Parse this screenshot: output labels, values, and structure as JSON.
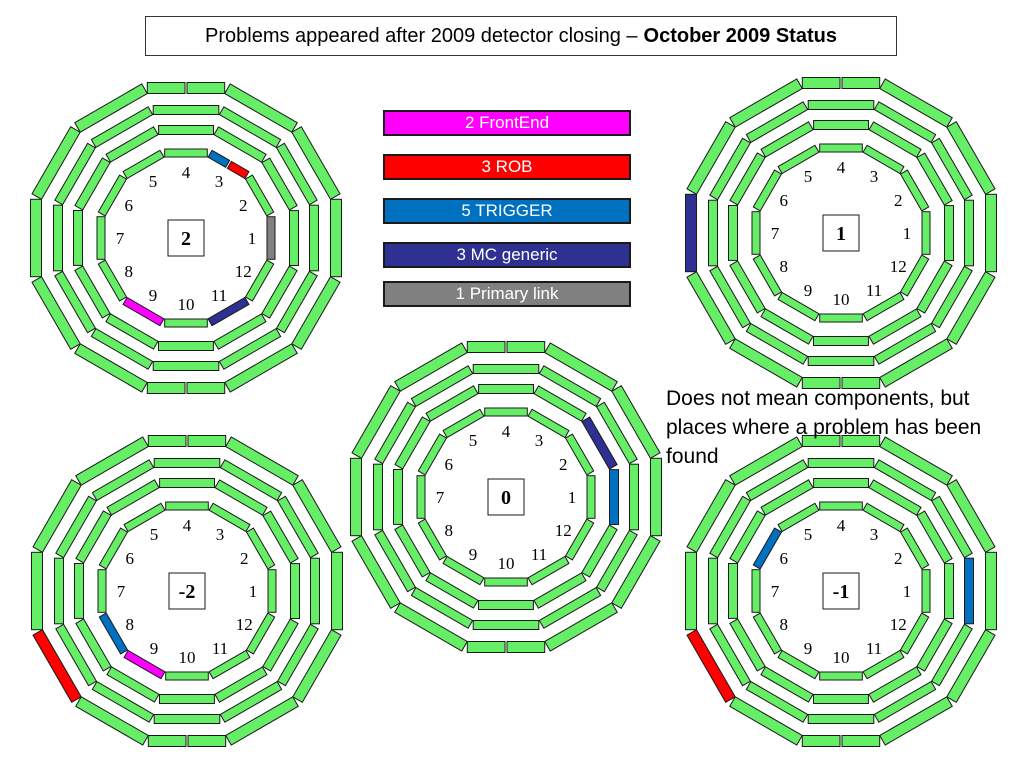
{
  "title": {
    "text": "Problems appeared after 2009 detector closing –",
    "bold": "October 2009 Status"
  },
  "legend": [
    {
      "key": "frontend",
      "label": "2 FrontEnd",
      "color": "#ff00ff"
    },
    {
      "key": "rob",
      "label": "3 ROB",
      "color": "#ff0000"
    },
    {
      "key": "trigger",
      "label": "5 TRIGGER",
      "color": "#0070c0"
    },
    {
      "key": "mc_generic",
      "label": "3 MC generic",
      "color": "#2e3192"
    },
    {
      "key": "primary_link",
      "label": "1 Primary link",
      "color": "#808080"
    }
  ],
  "colors": {
    "chamber": "#66ee66",
    "chamber_border": "#1a1a1a"
  },
  "note": "Does not mean components, but places where a problem has been found",
  "sector_labels": [
    "1",
    "2",
    "3",
    "4",
    "5",
    "6",
    "7",
    "8",
    "9",
    "10",
    "11",
    "12"
  ],
  "wheels": [
    {
      "id": "2",
      "label": "2",
      "problems": [
        {
          "sector": 3,
          "ring": 1,
          "type": "rob"
        },
        {
          "sector": 3,
          "ring": 1,
          "type": "trigger"
        },
        {
          "sector": 1,
          "ring": 1,
          "type": "primary_link"
        },
        {
          "sector": 11,
          "ring": 1,
          "type": "mc_generic"
        },
        {
          "sector": 9,
          "ring": 1,
          "type": "frontend"
        }
      ]
    },
    {
      "id": "1",
      "label": "1",
      "problems": [
        {
          "sector": 7,
          "ring": 4,
          "type": "mc_generic"
        }
      ]
    },
    {
      "id": "0",
      "label": "0",
      "problems": [
        {
          "sector": 2,
          "ring": 2,
          "type": "mc_generic"
        },
        {
          "sector": 1,
          "ring": 2,
          "type": "trigger"
        }
      ]
    },
    {
      "id": "-2",
      "label": "-2",
      "problems": [
        {
          "sector": 8,
          "ring": 1,
          "type": "trigger"
        },
        {
          "sector": 9,
          "ring": 1,
          "type": "frontend"
        },
        {
          "sector": 8,
          "ring": 4,
          "type": "rob"
        }
      ]
    },
    {
      "id": "-1",
      "label": "-1",
      "problems": [
        {
          "sector": 6,
          "ring": 1,
          "type": "trigger"
        },
        {
          "sector": 1,
          "ring": 3,
          "type": "trigger"
        },
        {
          "sector": 8,
          "ring": 4,
          "type": "rob"
        }
      ]
    }
  ]
}
